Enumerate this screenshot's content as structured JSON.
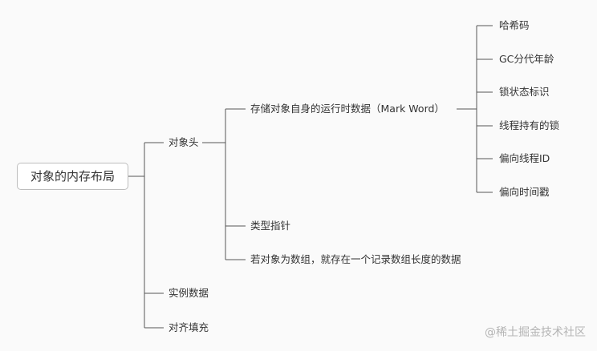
{
  "root": "对象的内存布局",
  "l1": {
    "header": "对象头",
    "instance_data": "实例数据",
    "padding": "对齐填充"
  },
  "l2": {
    "mark_word": "存储对象自身的运行时数据（Mark Word）",
    "class_pointer": "类型指针",
    "array_length": "若对象为数组，就存在一个记录数组长度的数据"
  },
  "l3": [
    "哈希码",
    "GC分代年龄",
    "锁状态标识",
    "线程持有的锁",
    "偏向线程ID",
    "偏向时间戳"
  ],
  "watermark": "@稀土掘金技术社区"
}
